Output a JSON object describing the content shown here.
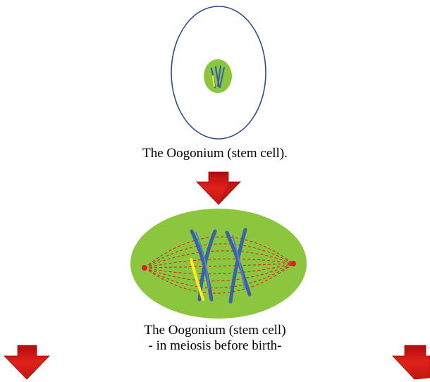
{
  "diagram": {
    "captions": {
      "oogonium": "The Oogonium (stem cell).",
      "meiosis_line1": "The Oogonium (stem cell)",
      "meiosis_line2": "- in meiosis before birth-"
    }
  },
  "colors": {
    "cell_outline": "#2f4f8a",
    "nucleus": "#8cc63f",
    "chromosome": "#3a64a8",
    "chromosome_highlight": "#ffee22",
    "spindle": "#cc2222",
    "arrow": "#e0211b",
    "background": "#ffffff"
  }
}
